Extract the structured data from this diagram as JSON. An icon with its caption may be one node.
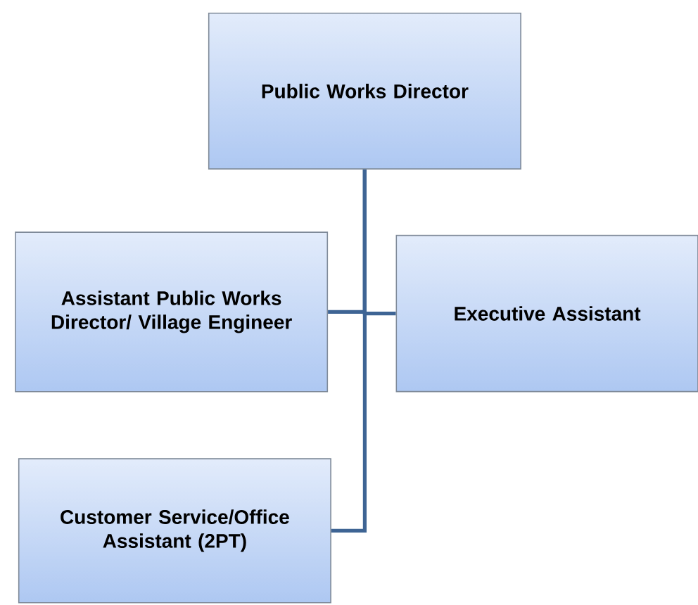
{
  "diagram": {
    "nodes": [
      {
        "text": [
          "Public Works Director"
        ]
      },
      {
        "text": [
          "Assistant Public Works Director/ Village Engineer"
        ]
      },
      {
        "text": [
          "Executive Assistant"
        ]
      },
      {
        "text": [
          "Customer Service/Office Assistant (2PT)"
        ]
      }
    ],
    "edges": [
      {
        "from": 0,
        "to": 1,
        "arrow": "none"
      },
      {
        "from": 0,
        "to": 2,
        "arrow": "none"
      },
      {
        "from": 0,
        "to": 3,
        "arrow": "none"
      }
    ]
  }
}
